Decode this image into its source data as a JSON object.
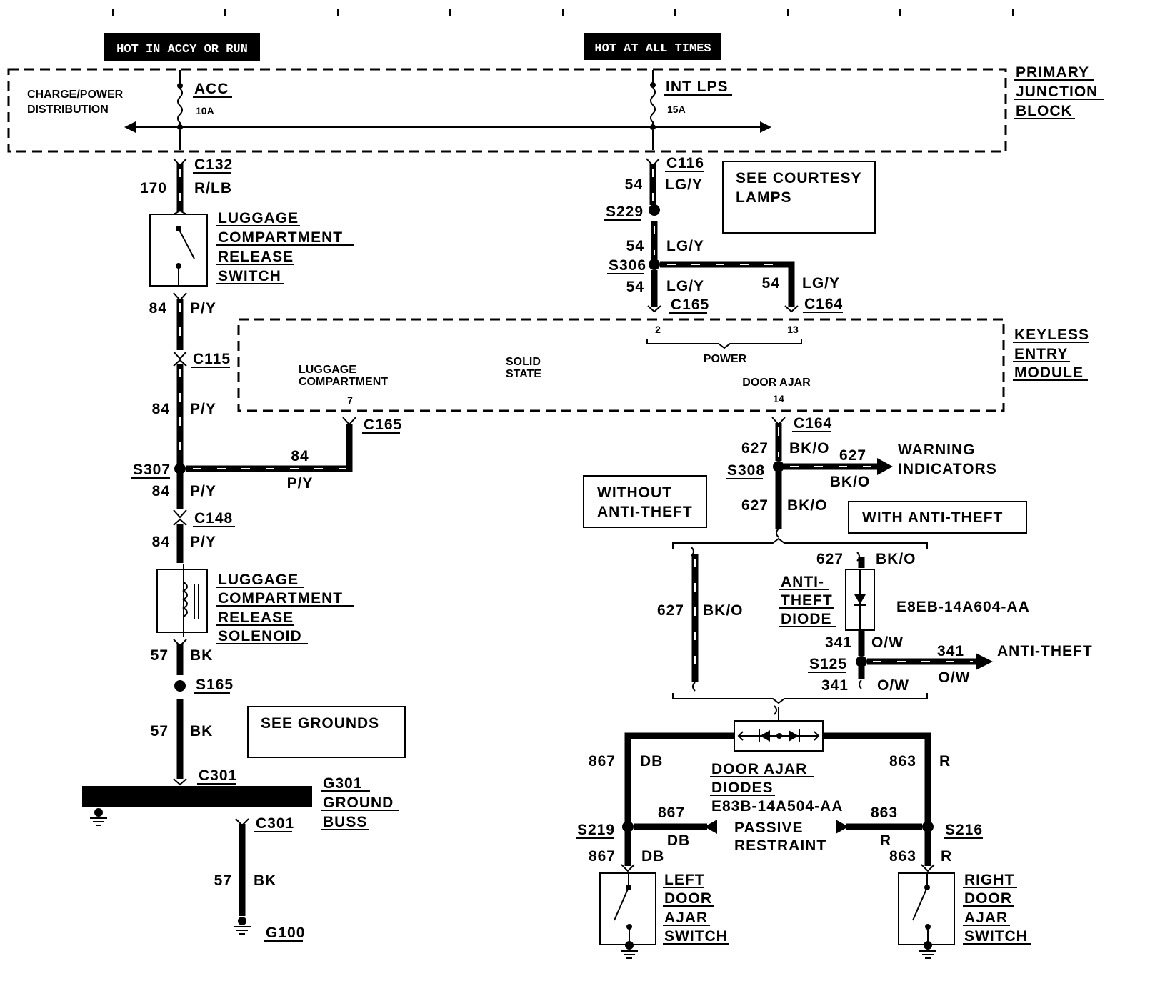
{
  "headers": {
    "accy": "HOT IN ACCY OR RUN",
    "all_times": "HOT AT ALL TIMES"
  },
  "pjb": {
    "title1": "PRIMARY",
    "title2": "JUNCTION",
    "title3": "BLOCK",
    "cpd1": "CHARGE/POWER",
    "cpd2": "DISTRIBUTION",
    "fuse_acc": "ACC",
    "fuse_acc_amp": "10A",
    "fuse_int": "INT LPS",
    "fuse_int_amp": "15A"
  },
  "kem": {
    "title1": "KEYLESS",
    "title2": "ENTRY",
    "title3": "MODULE",
    "solid1": "SOLID",
    "solid2": "STATE",
    "luggage1": "LUGGAGE",
    "luggage2": "COMPARTMENT",
    "pin7": "7",
    "power": "POWER",
    "pin2": "2",
    "pin13": "13",
    "door_ajar": "DOOR AJAR",
    "pin14": "14"
  },
  "left": {
    "c132": "C132",
    "w170": "170",
    "c_rlb": "R/LB",
    "switch1": "LUGGAGE",
    "switch2": "COMPARTMENT",
    "switch3": "RELEASE",
    "switch4": "SWITCH",
    "w84a": "84",
    "c_py_a": "P/Y",
    "c115": "C115",
    "w84b": "84",
    "c_py_b": "P/Y",
    "s307": "S307",
    "w84h": "84",
    "c_py_h": "P/Y",
    "c165": "C165",
    "w84c": "84",
    "c_py_c": "P/Y",
    "c148": "C148",
    "w84d": "84",
    "c_py_d": "P/Y",
    "sol1": "LUGGAGE",
    "sol2": "COMPARTMENT",
    "sol3": "RELEASE",
    "sol4": "SOLENOID",
    "w57a": "57",
    "c_bk_a": "BK",
    "s165": "S165",
    "w57b": "57",
    "c_bk_b": "BK",
    "see_grounds": "SEE GROUNDS",
    "c301a": "C301",
    "g301_1": "G301",
    "g301_2": "GROUND",
    "g301_3": "BUSS",
    "c301b": "C301",
    "w57c": "57",
    "c_bk_c": "BK",
    "g100": "G100"
  },
  "right": {
    "c116": "C116",
    "w54a": "54",
    "c_lgy_a": "LG/Y",
    "courtesy1": "SEE COURTESY",
    "courtesy2": "LAMPS",
    "s229": "S229",
    "w54b": "54",
    "c_lgy_b": "LG/Y",
    "s306": "S306",
    "w54c": "54",
    "c_lgy_c": "LG/Y",
    "c165": "C165",
    "w54d": "54",
    "c_lgy_d": "LG/Y",
    "c164a": "C164",
    "c164b": "C164",
    "w627a": "627",
    "c_bko_a": "BK/O",
    "s308": "S308",
    "w627h": "627",
    "c_bko_h": "BK/O",
    "warn1": "WARNING",
    "warn2": "INDICATORS",
    "w627b": "627",
    "c_bko_b": "BK/O",
    "without": "WITHOUT",
    "anti_theft_w": "ANTI-THEFT",
    "with_at": "WITH ANTI-THEFT",
    "w627c": "627",
    "c_bko_c": "BK/O",
    "w627d": "627",
    "c_bko_d": "BK/O",
    "diode1": "ANTI-",
    "diode2": "THEFT",
    "diode3": "DIODE",
    "diode_part": "E8EB-14A604-AA",
    "w341a": "341",
    "c_ow_a": "O/W",
    "s125": "S125",
    "w341h": "341",
    "c_ow_h": "O/W",
    "anti_theft_out": "ANTI-THEFT",
    "w341b": "341",
    "c_ow_b": "O/W",
    "dad1": "DOOR AJAR",
    "dad2": "DIODES",
    "dad_part": "E83B-14A504-AA",
    "w867a": "867",
    "c_db_a": "DB",
    "w863a": "863",
    "c_r_a": "R",
    "s219": "S219",
    "w867h": "867",
    "c_db_h": "DB",
    "passive1": "PASSIVE",
    "passive2": "RESTRAINT",
    "w863h": "863",
    "c_r_h": "R",
    "s216": "S216",
    "w867b": "867",
    "c_db_b": "DB",
    "w863b": "863",
    "c_r_b": "R",
    "ls1": "LEFT",
    "ls2": "DOOR",
    "ls3": "AJAR",
    "ls4": "SWITCH",
    "rs1": "RIGHT",
    "rs2": "DOOR",
    "rs3": "AJAR",
    "rs4": "SWITCH"
  }
}
